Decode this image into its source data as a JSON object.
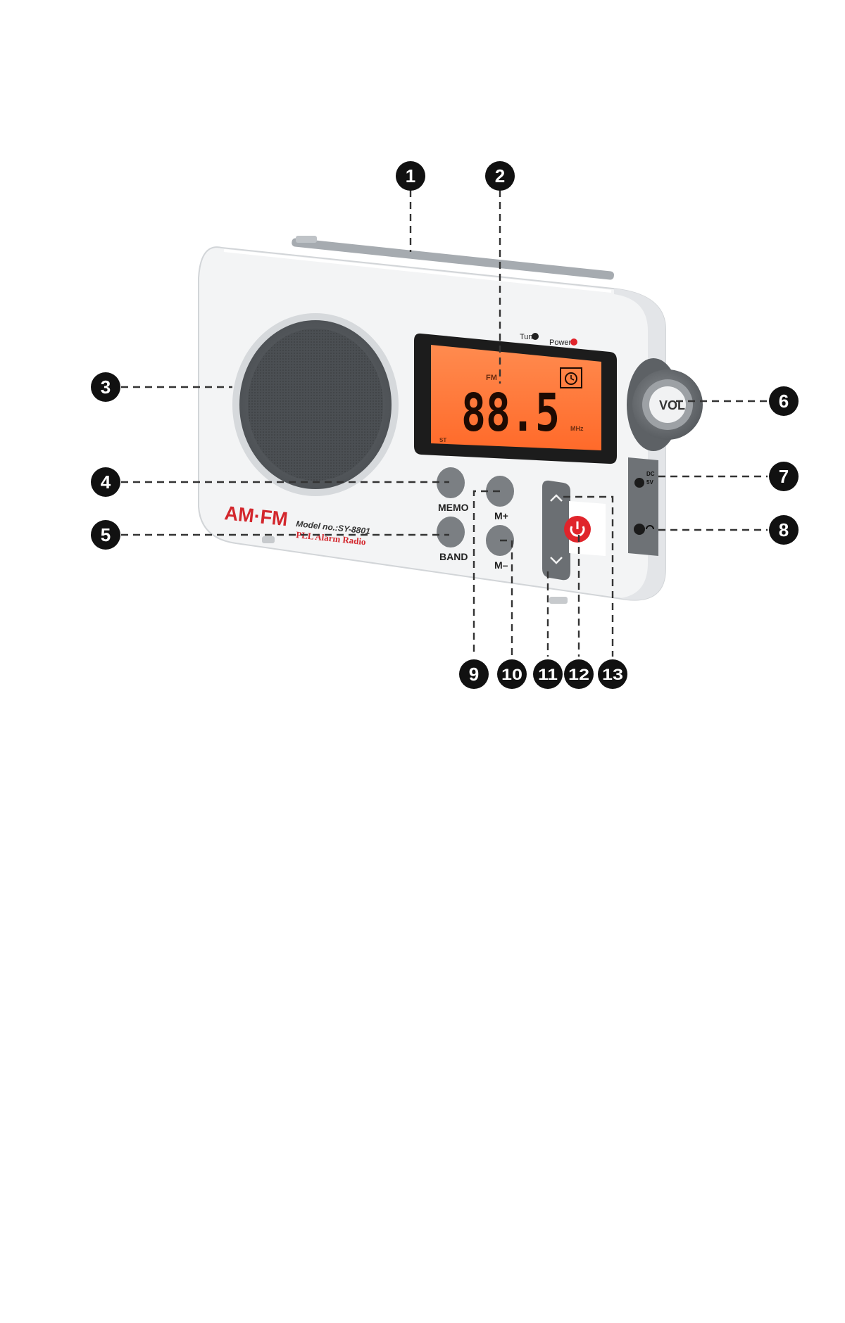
{
  "colors": {
    "body": "#f3f4f5",
    "body_shade": "#e3e5e8",
    "button": "#7b7f83",
    "button_dark": "#5f6367",
    "lcd_glow": "#ff7a3d",
    "lcd_frame": "#1c1c1c",
    "power_red": "#e0242b",
    "brand_red": "#d3272d",
    "callout": "#111111"
  },
  "radio": {
    "brand": "AM·FM",
    "model": "Model no.:SY-8801",
    "subtitle": "PLL Alarm Radio",
    "indicator_tun": "Tun",
    "indicator_power": "Power",
    "display": {
      "band": "FM",
      "frequency": "88.5",
      "unit": "MHz",
      "st": "ST"
    },
    "buttons": {
      "memo": "MEMO",
      "band": "BAND",
      "m_plus": "M+",
      "m_minus": "M–"
    },
    "knob_label": "VOL",
    "jack_dc": "DC",
    "jack_dc_v": "5V"
  },
  "callouts": [
    "1",
    "2",
    "3",
    "4",
    "5",
    "6",
    "7",
    "8",
    "9",
    "10",
    "11",
    "12",
    "13"
  ]
}
